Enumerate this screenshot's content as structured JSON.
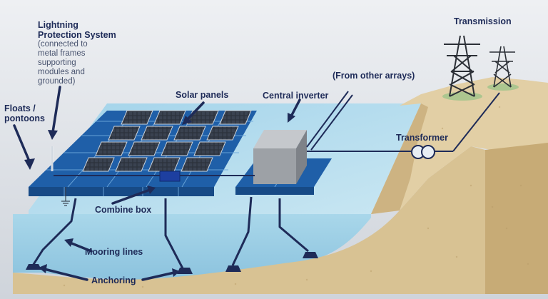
{
  "labels": {
    "lightning_title": [
      "Lightning",
      "Protection System"
    ],
    "lightning_desc": [
      "(connected to",
      "metal frames",
      "supporting",
      "modules and",
      "grounded)"
    ],
    "floats": [
      "Floats /",
      "pontoons"
    ],
    "solar_panels": "Solar panels",
    "central_inverter": "Central inverter",
    "from_other_arrays": "(From other arrays)",
    "transformer": "Transformer",
    "transmission": "Transmission",
    "combine_box": "Combine box",
    "mooring_lines": "Mooring lines",
    "anchoring": "Anchoring"
  },
  "colors": {
    "background": "#d9dde3",
    "water": "#bfe0ef",
    "soil": "#d9c49a",
    "soil_dark": "#c9b07e",
    "pontoon": "#2b6cb5",
    "panel": "#2a2f38",
    "inverter": "#a9acb1",
    "cable": "#1e2b58",
    "label": "#1e2b58"
  }
}
